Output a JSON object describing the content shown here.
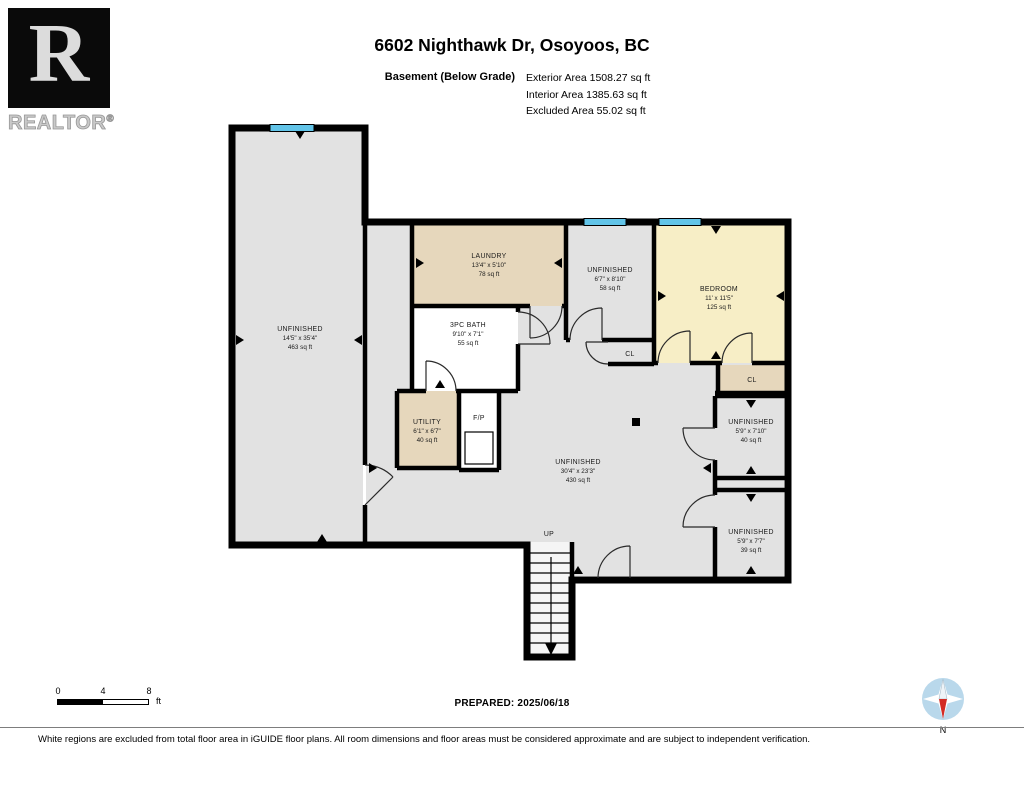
{
  "header": {
    "title": "6602 Nighthawk Dr, Osoyoos, BC",
    "floor_label": "Basement (Below Grade)",
    "area_lines": [
      "Exterior Area 1508.27 sq ft",
      "Interior Area 1385.63 sq ft",
      "Excluded Area 55.02 sq ft"
    ]
  },
  "logo": {
    "letter": "R",
    "brand": "REALTOR",
    "registered": "®"
  },
  "plan": {
    "rooms": {
      "unfinished_left": {
        "name": "UNFINISHED",
        "dims": "14'5\" x 35'4\"",
        "area": "463 sq ft"
      },
      "laundry": {
        "name": "LAUNDRY",
        "dims": "13'4\" x 5'10\"",
        "area": "78 sq ft"
      },
      "unfinished_top": {
        "name": "UNFINISHED",
        "dims": "6'7\" x 8'10\"",
        "area": "58 sq ft"
      },
      "bedroom": {
        "name": "BEDROOM",
        "dims": "11' x 11'5\"",
        "area": "125 sq ft"
      },
      "bath": {
        "name": "3PC BATH",
        "dims": "9'10\" x 7'1\"",
        "area": "55 sq ft"
      },
      "utility": {
        "name": "UTILITY",
        "dims": "6'1\" x 6'7\"",
        "area": "40 sq ft"
      },
      "unfinished_center": {
        "name": "UNFINISHED",
        "dims": "30'4\" x 23'3\"",
        "area": "430 sq ft"
      },
      "unfinished_right_upper": {
        "name": "UNFINISHED",
        "dims": "5'9\" x 7'10\"",
        "area": "40 sq ft"
      },
      "unfinished_right_lower": {
        "name": "UNFINISHED",
        "dims": "5'9\" x 7'7\"",
        "area": "39 sq ft"
      },
      "closet_hall": {
        "name": "CL"
      },
      "closet_bedroom": {
        "name": "CL"
      },
      "fireplace": {
        "name": "F/P"
      },
      "stairs_up": {
        "name": "UP"
      }
    },
    "colors": {
      "wall": "#000000",
      "unfinished_fill": "#e2e2e2",
      "warm_fill": "#e6d7bc",
      "bedroom_fill": "#f7eec6",
      "bath_fill": "#ffffff",
      "window_fill": "#62c4e8"
    }
  },
  "footer_bar": {
    "scale_ticks": [
      "0",
      "4",
      "8"
    ],
    "scale_unit": "ft",
    "prepared": "PREPARED: 2025/06/18",
    "compass_n": "N"
  },
  "disclaimer": "White regions are excluded from total floor area in iGUIDE floor plans. All room dimensions and floor areas must be considered approximate and are subject to independent verification."
}
